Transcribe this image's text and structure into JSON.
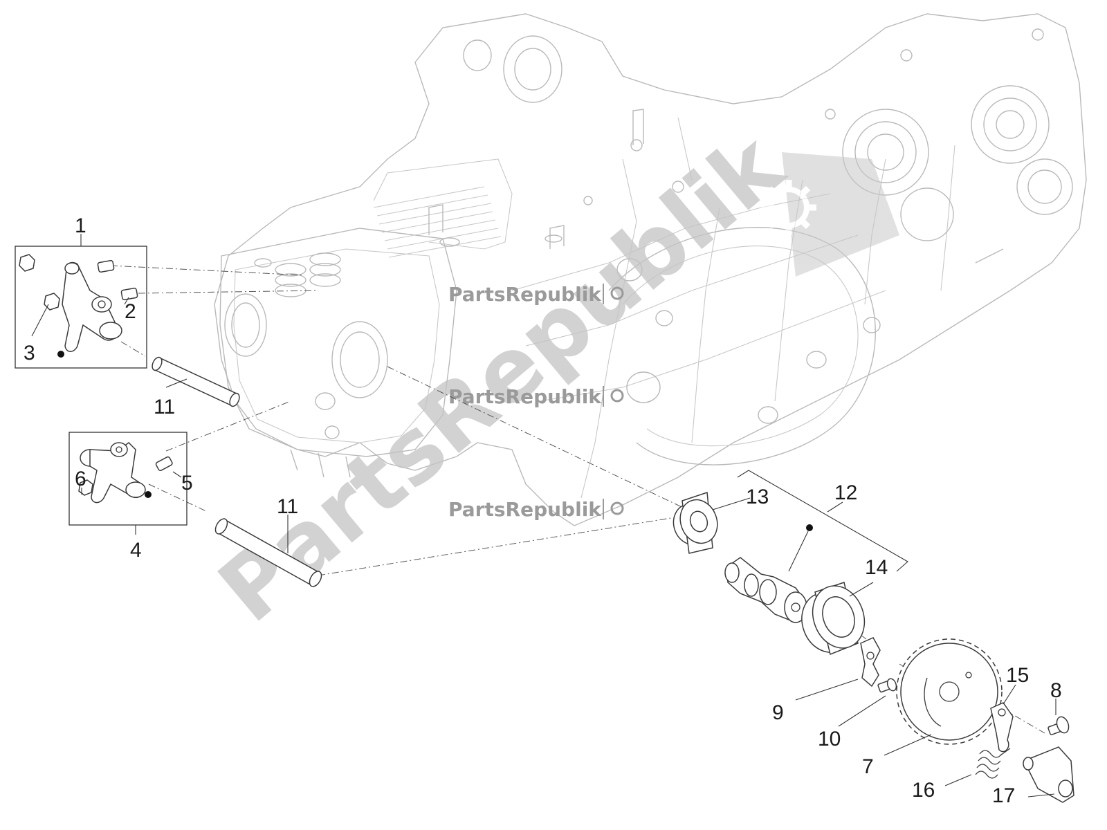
{
  "watermarks": {
    "brand_small": "PartsRepublik",
    "brand_large": "PartsRepublik"
  },
  "callouts": {
    "c1": "1",
    "c2": "2",
    "c3": "3",
    "c4": "4",
    "c5": "5",
    "c6": "6",
    "c7": "7",
    "c8": "8",
    "c9": "9",
    "c10": "10",
    "c11a": "11",
    "c11b": "11",
    "c12": "12",
    "c13": "13",
    "c14": "14",
    "c15": "15",
    "c16": "16",
    "c17": "17"
  },
  "colors": {
    "engine_outline": "#b9b9b9",
    "part_outline": "#3a3a3a",
    "watermark": "#9a9a9a",
    "background": "#ffffff"
  },
  "icons": [
    "gear-icon"
  ]
}
